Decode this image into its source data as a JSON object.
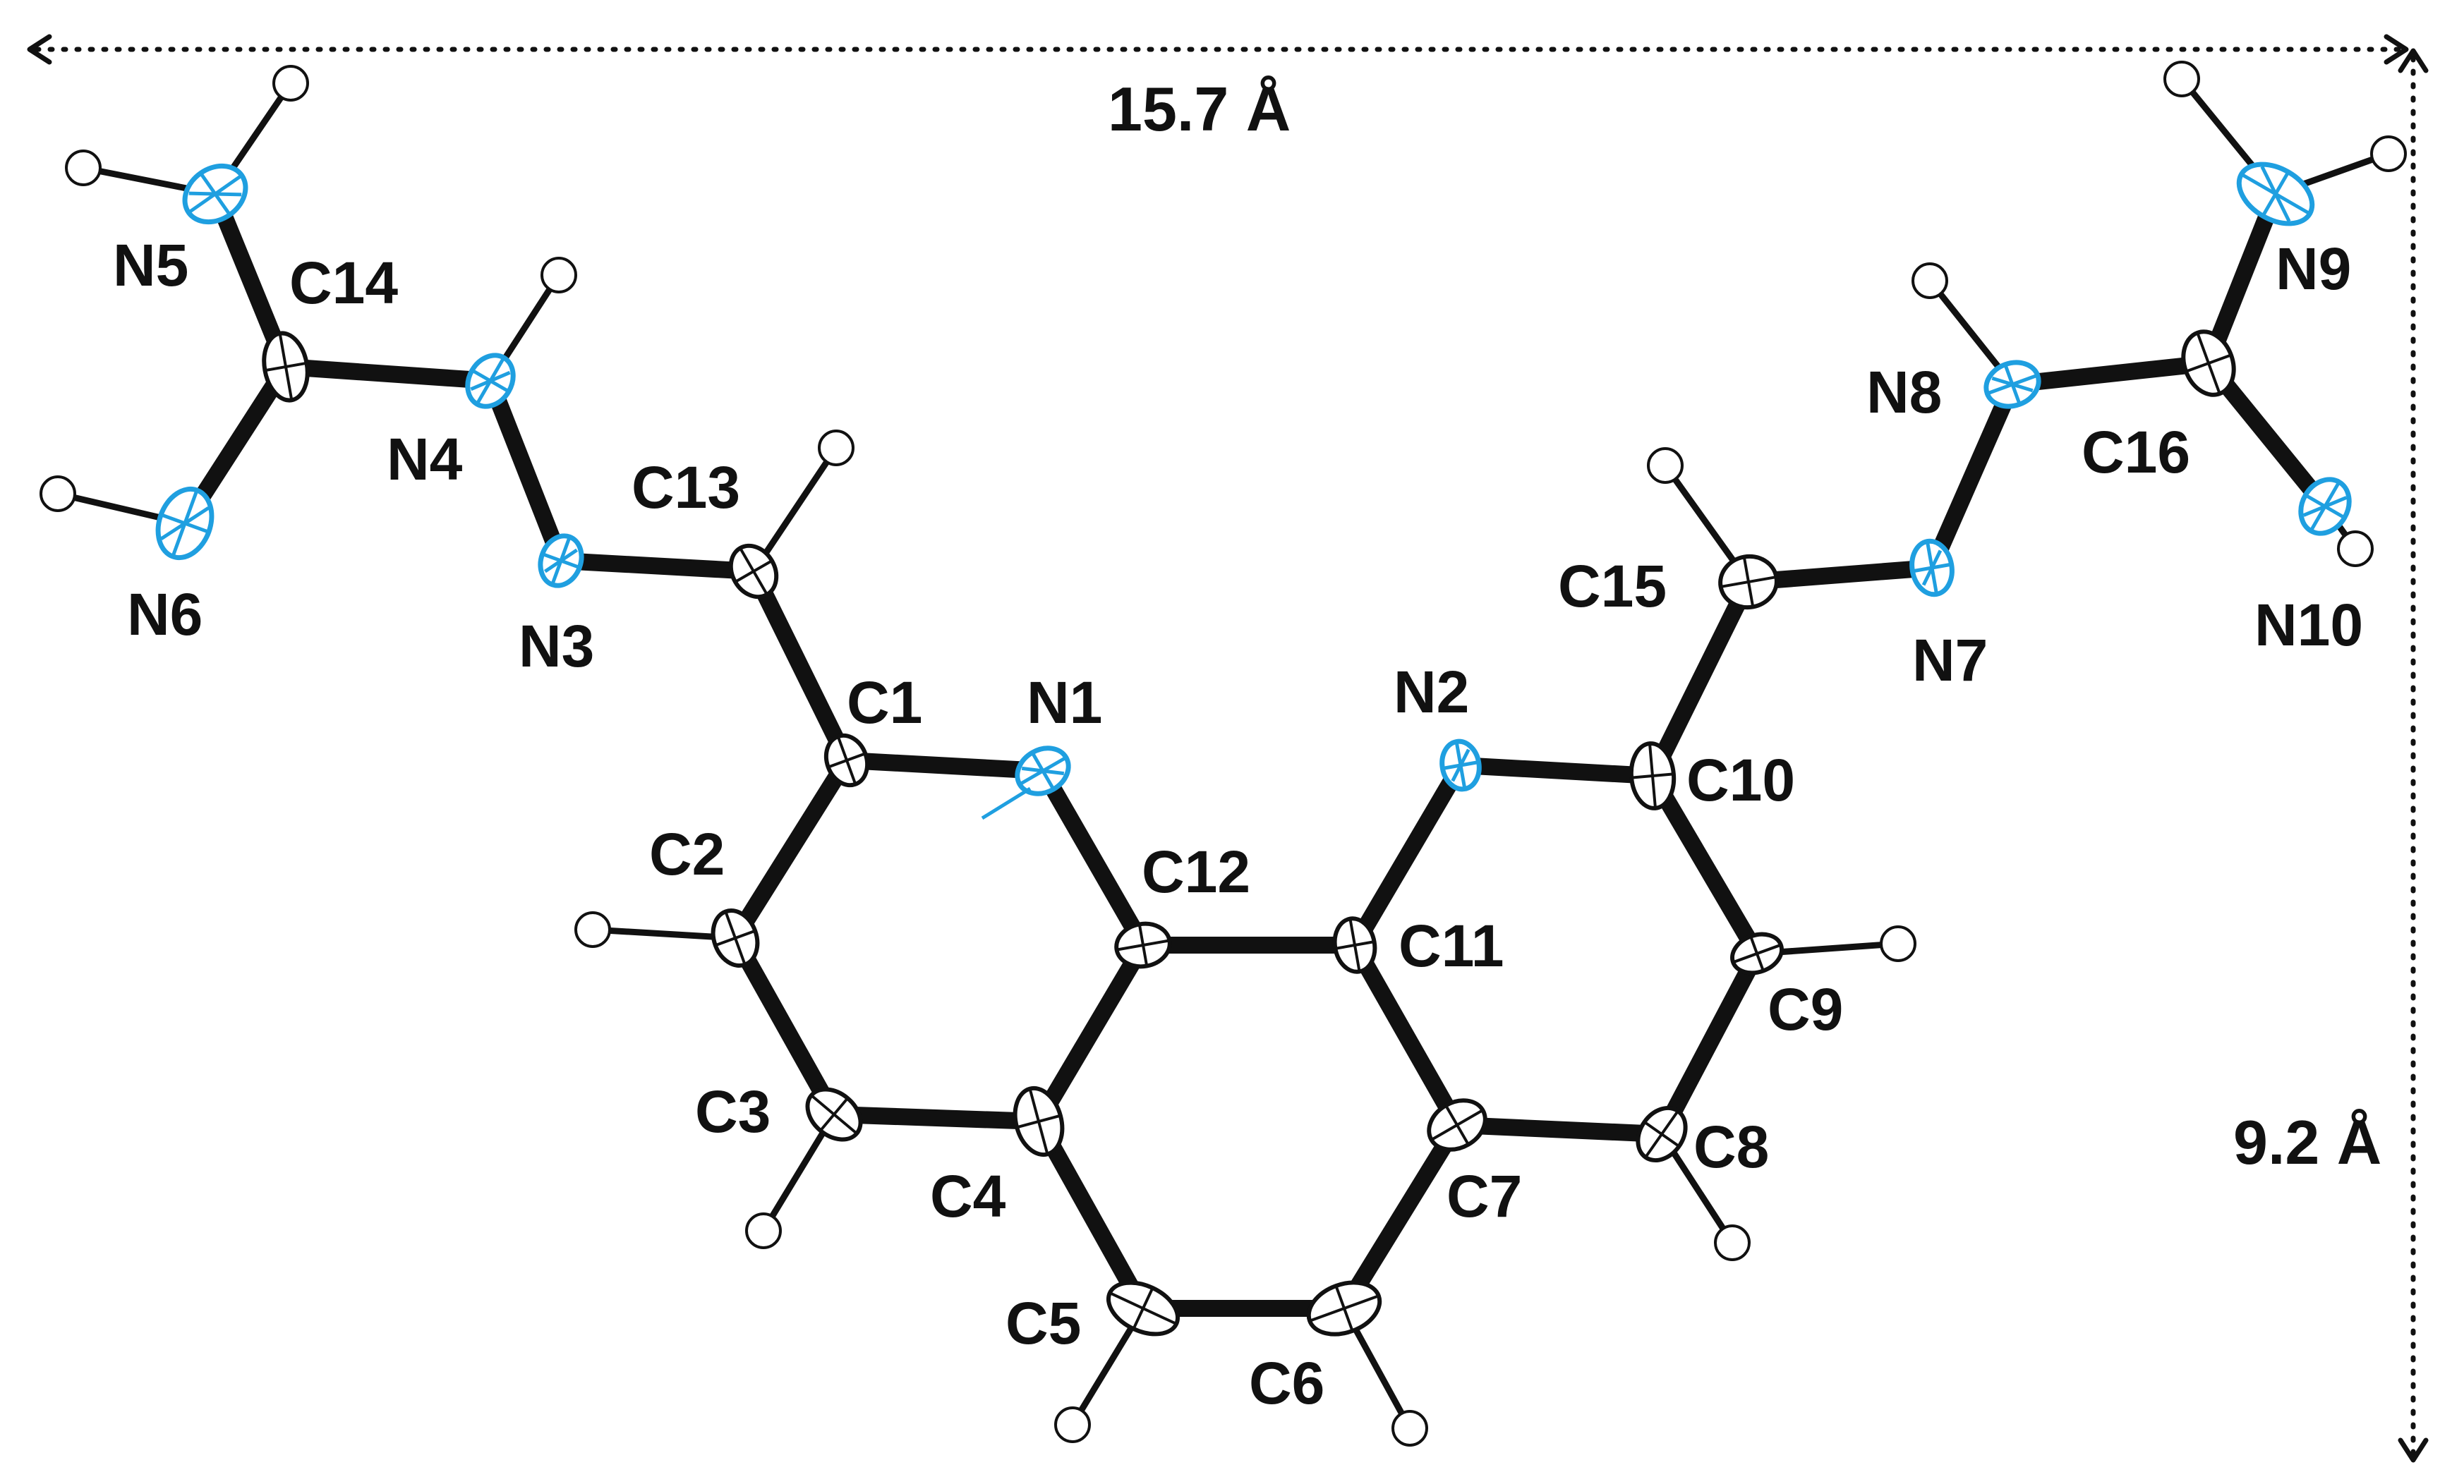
{
  "dimensions": {
    "width_label": "15.7 Å",
    "height_label": "9.2 Å"
  },
  "atoms": {
    "C1": "C1",
    "C2": "C2",
    "C3": "C3",
    "C4": "C4",
    "C5": "C5",
    "C6": "C6",
    "C7": "C7",
    "C8": "C8",
    "C9": "C9",
    "C10": "C10",
    "C11": "C11",
    "C12": "C12",
    "C13": "C13",
    "C14": "C14",
    "C15": "C15",
    "C16": "C16",
    "N1": "N1",
    "N2": "N2",
    "N3": "N3",
    "N4": "N4",
    "N5": "N5",
    "N6": "N6",
    "N7": "N7",
    "N8": "N8",
    "N9": "N9",
    "N10": "N10"
  },
  "colors": {
    "carbon": "#111111",
    "nitrogen": "#1f9fe0",
    "bond": "#111111"
  }
}
